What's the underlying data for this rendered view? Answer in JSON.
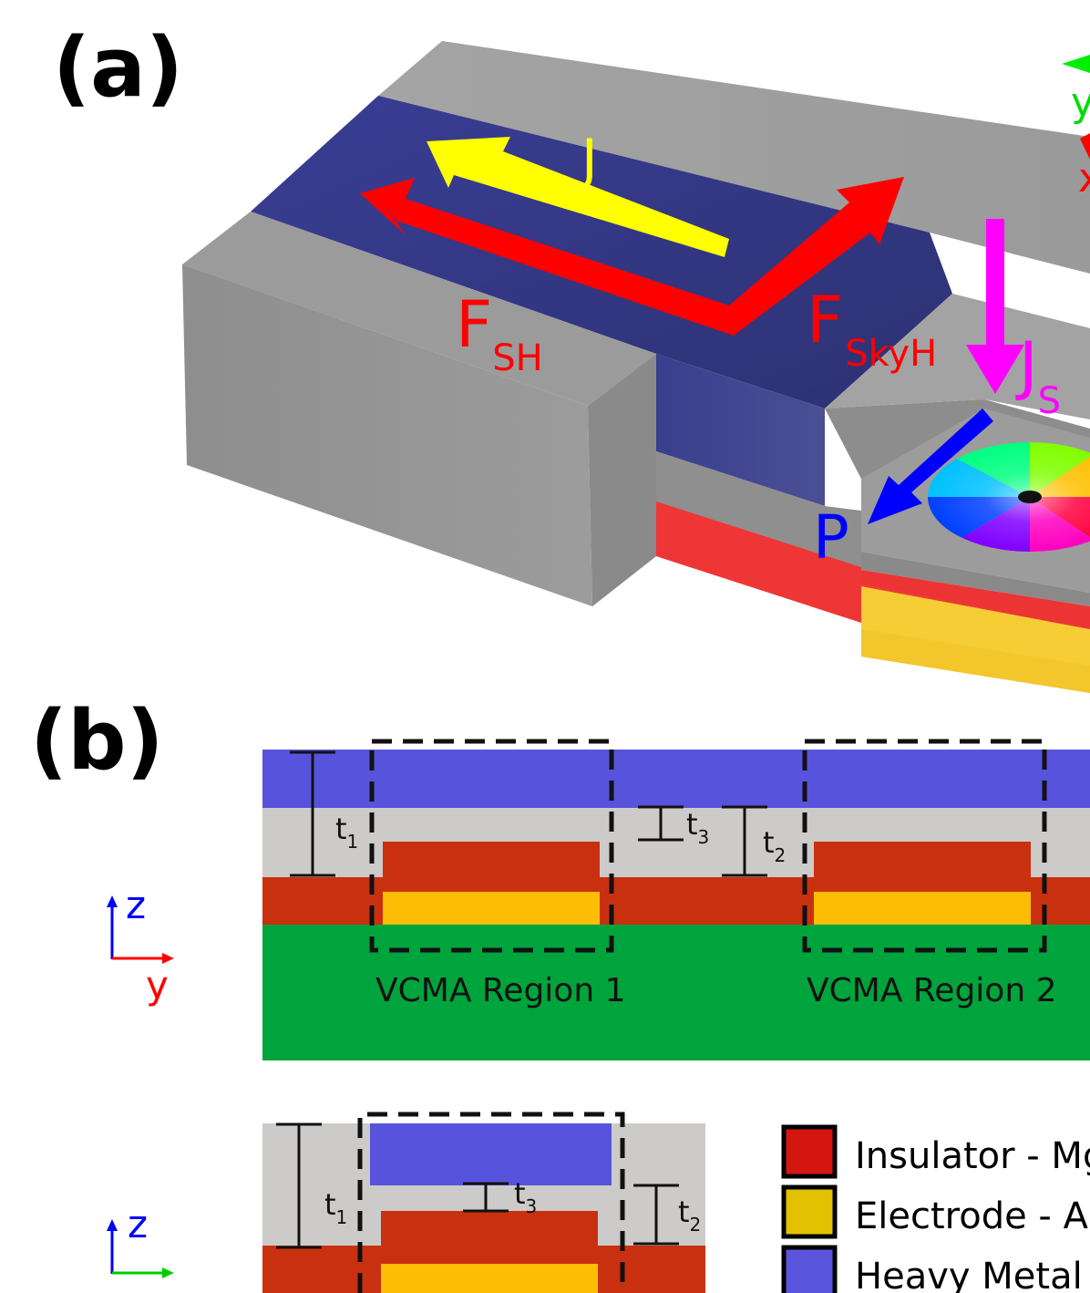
{
  "panel_a": {
    "label": "(a)",
    "vectors": {
      "current": "J",
      "spin_hall_force": {
        "main": "F",
        "sub": "SH"
      },
      "skyrmion_hall_force": {
        "main": "F",
        "sub": "SkyH"
      },
      "spin_current": {
        "main": "J",
        "sub": "S"
      },
      "polarization": "P"
    },
    "axes": {
      "y": "y",
      "x": "x"
    }
  },
  "panel_b": {
    "label": "(b)",
    "axes_top": {
      "vertical": "z",
      "horizontal": "y"
    },
    "axes_bottom": {
      "vertical": "z"
    },
    "thickness": {
      "t1": {
        "main": "t",
        "sub": "1"
      },
      "t2": {
        "main": "t",
        "sub": "2"
      },
      "t3": {
        "main": "t",
        "sub": "3"
      }
    },
    "regions": [
      "VCMA Region 1",
      "VCMA Region 2"
    ],
    "legend": [
      {
        "label": "Insulator - Mg",
        "color": "#d41510"
      },
      {
        "label": "Electrode - A",
        "color": "#e2c100"
      },
      {
        "label": "Heavy Metal",
        "color": "#5b55dd"
      }
    ]
  },
  "colors": {
    "heavy_metal": "#5753dc",
    "ferromagnet": "#cccbc9",
    "insulator": "#c93010",
    "electrode": "#fcbd04",
    "substrate": "#00a43c",
    "current_arrow": "#ffff00",
    "force_arrow": "#ff0000",
    "spin_current_arrow": "#ff00ff",
    "polarization_arrow": "#0000ff"
  }
}
